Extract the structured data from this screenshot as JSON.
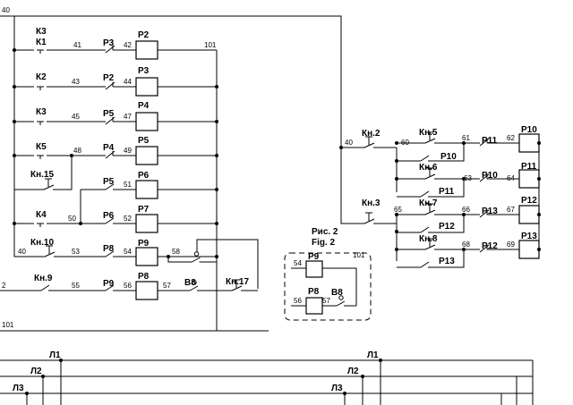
{
  "diagram": {
    "wire_numbers": {
      "w40a": "40",
      "w41": "41",
      "w42": "42",
      "w101a": "101",
      "w43": "43",
      "w44": "44",
      "w45": "45",
      "w47": "47",
      "w48": "48",
      "w49": "49",
      "w51": "51",
      "w50": "50",
      "w52": "52",
      "w40c": "40",
      "w53": "53",
      "w54": "54",
      "w58": "58",
      "w2": "2",
      "w55": "55",
      "w56": "56",
      "w57": "57",
      "w101b": "101",
      "w40b": "40",
      "w60": "60",
      "w61": "61",
      "w62": "62",
      "w63": "63",
      "w64": "64",
      "w65": "65",
      "w66": "66",
      "w67": "67",
      "w68": "68",
      "w69": "69",
      "f54": "54",
      "f101": "101",
      "f56": "56",
      "f57": "57"
    },
    "labels": {
      "k3_top": "К3",
      "k1": "К1",
      "p3_c1": "Р3",
      "p2_coil": "Р2",
      "k2": "К2",
      "p2_c2": "Р2",
      "p3_coil": "Р3",
      "k3": "К3",
      "p5_c3": "Р5",
      "p4_coil": "Р4",
      "k5": "К5",
      "p4_c4": "Р4",
      "p5_coil": "Р5",
      "kn15": "Кн.15",
      "p5_c5": "Р5",
      "p6_coil": "Р6",
      "k4": "К4",
      "p6_c6": "Р6",
      "p7_coil": "Р7",
      "kn10": "Кн.10",
      "p8_c7": "Р8",
      "p9_coil": "Р9",
      "kn9": "Кн.9",
      "p9_c8": "Р9",
      "p8_coil": "Р8",
      "v8": "В8",
      "kn17": "Кн.17",
      "kn2": "Кн.2",
      "kn5": "Кн.5",
      "p11_c1": "Р11",
      "p10_coil": "Р10",
      "p10_seal": "Р10",
      "kn6": "Кн.6",
      "p10_c2": "Р10",
      "p11_coil": "Р11",
      "p11_seal": "Р11",
      "kn3": "Кн.3",
      "kn7": "Кн.7",
      "p13_c1": "Р13",
      "p12_coil": "Р12",
      "p12_seal": "Р12",
      "kn8": "Кн.8",
      "p12_c2": "Р12",
      "p13_coil": "Р13",
      "p13_seal": "Р13",
      "fig_title_ru": "Рис. 2",
      "fig_title_en": "Fig. 2",
      "fig_p9": "Р9",
      "fig_p8": "Р8",
      "fig_v8": "В8"
    },
    "bus_labels": {
      "l1a": "Л1",
      "l2a": "Л2",
      "l3a": "Л3",
      "l1b": "Л1",
      "l2b": "Л2",
      "l3b": "Л3"
    }
  }
}
